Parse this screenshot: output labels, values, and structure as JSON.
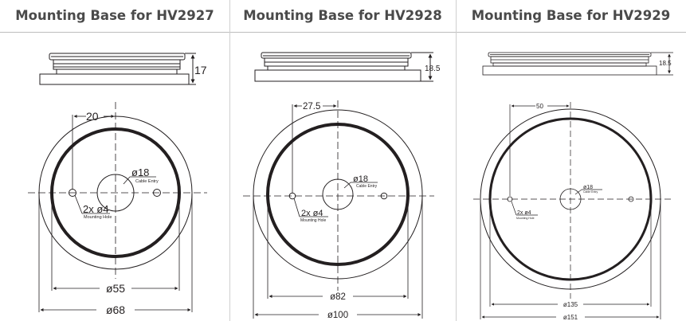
{
  "columns": [
    {
      "title": "Mounting Base for HV2927",
      "side_height": "17",
      "offset": "20",
      "cable_dia": "ø18",
      "cable_note": "Cable Entry",
      "holes": "2x ø4",
      "hole_note": "Mounting Hole",
      "inner_dia": "ø55",
      "outer_dia": "ø68"
    },
    {
      "title": "Mounting Base for HV2928",
      "side_height": "18.5",
      "offset": "27.5",
      "cable_dia": "ø18",
      "cable_note": "Cable Entry",
      "holes": "2x ø4",
      "hole_note": "Mounting Hole",
      "inner_dia": "ø82",
      "outer_dia": "ø100"
    },
    {
      "title": "Mounting Base for HV2929",
      "side_height": "18.5",
      "offset": "50",
      "cable_dia": "ø18",
      "cable_note": "Cable Entry",
      "holes": "2x ø4",
      "hole_note": "Mounting Hole",
      "inner_dia": "ø135",
      "outer_dia": "ø151"
    }
  ]
}
